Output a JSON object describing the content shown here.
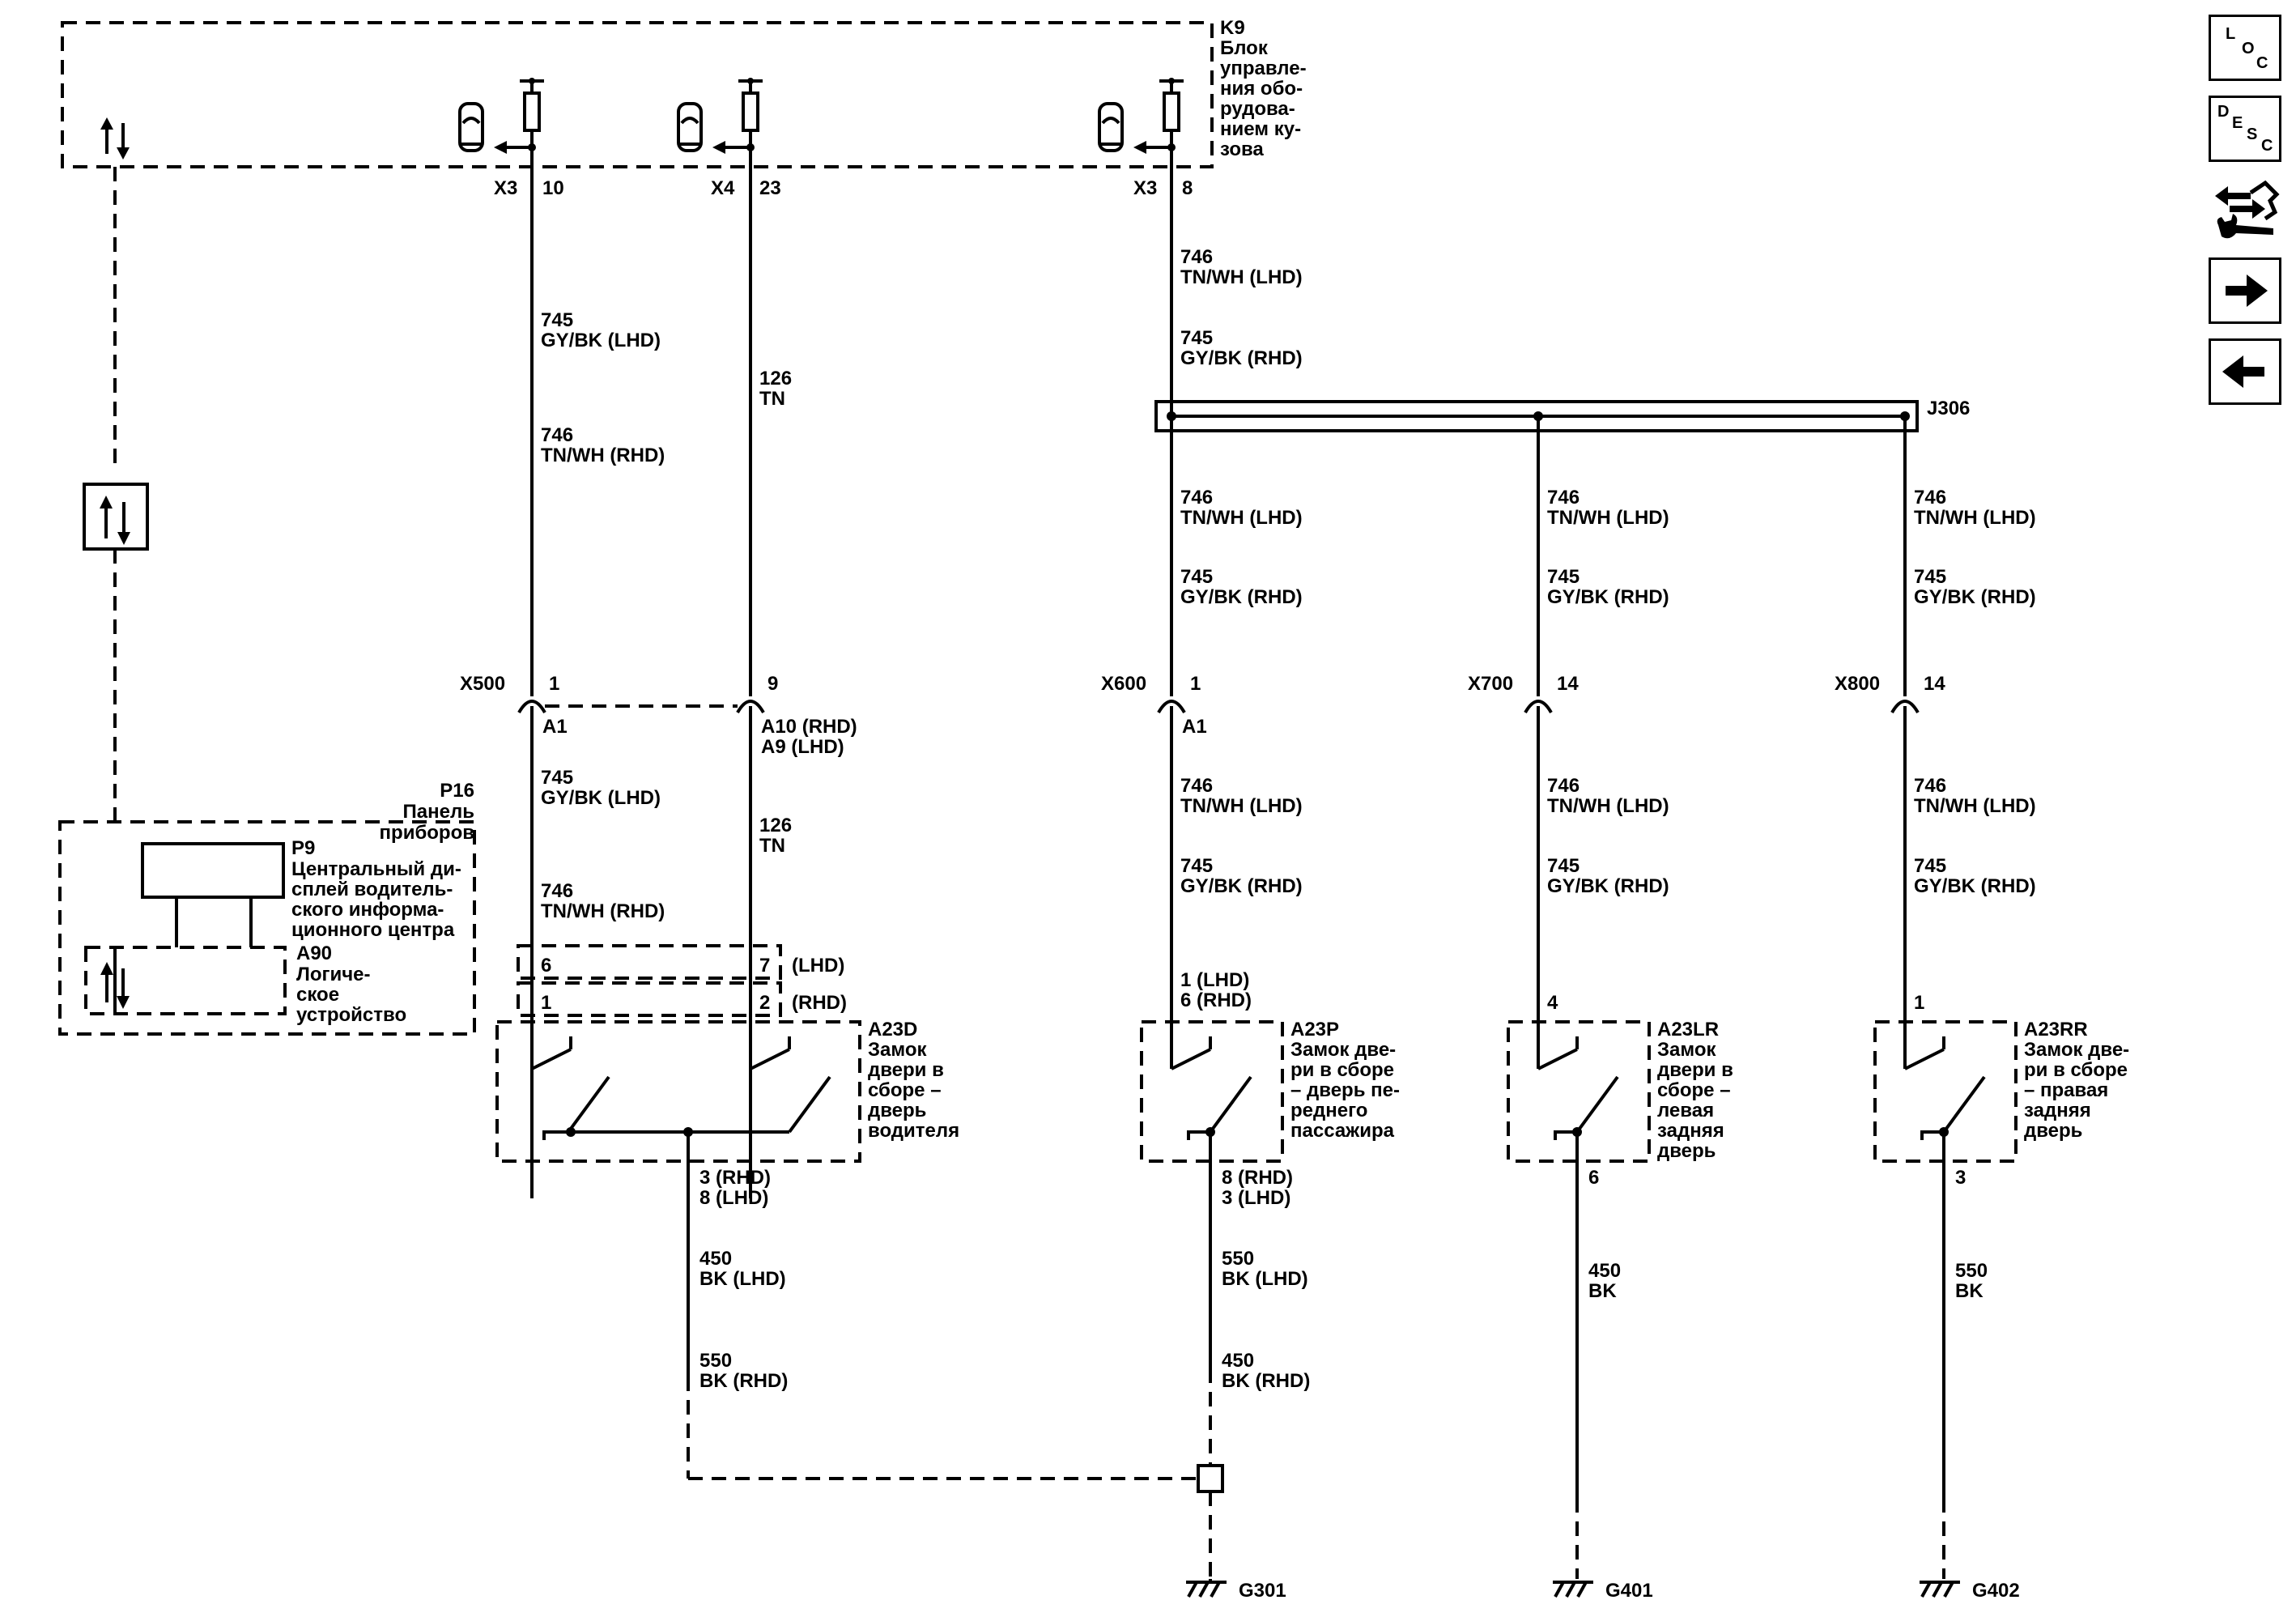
{
  "modules": {
    "k9": {
      "id": "K9",
      "name": [
        "Блок",
        "управле-",
        "ния обо-",
        "рудова-",
        "нием ку-",
        "зова"
      ]
    },
    "p16": {
      "id": "P16",
      "name": [
        "Панель",
        "приборов"
      ]
    },
    "p9": {
      "id": "P9",
      "name": [
        "Центральный ди-",
        "сплей водитель-",
        "ского информа-",
        "ционного центра"
      ]
    },
    "a90": {
      "id": "A90",
      "name": [
        "Логиче-",
        "ское",
        "устройство"
      ]
    },
    "a23d": {
      "id": "A23D",
      "name": [
        "Замок",
        "двери в",
        "сборе –",
        "дверь",
        "водителя"
      ]
    },
    "a23p": {
      "id": "A23P",
      "name": [
        "Замок две-",
        "ри в сборе",
        "– дверь пе-",
        "реднего",
        "пассажира"
      ]
    },
    "a23lr": {
      "id": "A23LR",
      "name": [
        "Замок",
        "двери в",
        "сборе –",
        "левая",
        "задняя",
        "дверь"
      ]
    },
    "a23rr": {
      "id": "A23RR",
      "name": [
        "Замок две-",
        "ри в сборе",
        "– правая",
        "задняя",
        "дверь"
      ]
    },
    "j306": "J306"
  },
  "connectors": {
    "x3a": "X3",
    "x3a_pin": "10",
    "x4": "X4",
    "x4_pin": "23",
    "x3b": "X3",
    "x3b_pin": "8",
    "x500": "X500",
    "x500_p1": "1",
    "x500_p2": "9",
    "x500_a1": "A1",
    "x500_a10": "A10 (RHD)",
    "x500_a9": "A9 (LHD)",
    "x600": "X600",
    "x600_p": "1",
    "x600_a1": "A1",
    "x700": "X700",
    "x700_p": "14",
    "x800": "X800",
    "x800_p": "14"
  },
  "wires": {
    "c1_top": [
      "745",
      "GY/BK (LHD)",
      "746",
      "TN/WH (RHD)"
    ],
    "c2_top": [
      "126",
      "TN"
    ],
    "c3_top": [
      "746",
      "TN/WH (LHD)",
      "745",
      "GY/BK (RHD)"
    ],
    "c3_mid": [
      "746",
      "TN/WH (LHD)",
      "745",
      "GY/BK (RHD)"
    ],
    "c4_mid": [
      "746",
      "TN/WH (LHD)",
      "745",
      "GY/BK (RHD)"
    ],
    "c5_mid": [
      "746",
      "TN/WH (LHD)",
      "745",
      "GY/BK (RHD)"
    ],
    "c1_low": [
      "745",
      "GY/BK (LHD)",
      "746",
      "TN/WH (RHD)"
    ],
    "c2_low": [
      "126",
      "TN"
    ],
    "c3_low": [
      "746",
      "TN/WH (LHD)",
      "745",
      "GY/BK (RHD)"
    ],
    "c4_low": [
      "746",
      "TN/WH (LHD)",
      "745",
      "GY/BK (RHD)"
    ],
    "c5_low": [
      "746",
      "TN/WH (LHD)",
      "745",
      "GY/BK (RHD)"
    ],
    "d_pins_lhd": [
      "6",
      "7",
      "(LHD)"
    ],
    "d_pins_rhd": [
      "1",
      "2",
      "(RHD)"
    ],
    "p_pins": [
      "1 (LHD)",
      "6 (RHD)"
    ],
    "lr_pin": "4",
    "rr_pin": "1",
    "d_out_pins": [
      "3 (RHD)",
      "8 (LHD)"
    ],
    "d_ground": [
      "450",
      "BK (LHD)",
      "550",
      "BK (RHD)"
    ],
    "p_out_pins": [
      "8 (RHD)",
      "3 (LHD)"
    ],
    "p_ground": [
      "550",
      "BK (LHD)",
      "450",
      "BK (RHD)"
    ],
    "lr_out_pin": "6",
    "lr_ground": [
      "450",
      "BK"
    ],
    "rr_out_pin": "3",
    "rr_ground": [
      "550",
      "BK"
    ]
  },
  "grounds": {
    "g301": "G301",
    "g401": "G401",
    "g402": "G402"
  },
  "nav": {
    "loc": [
      "L",
      "O",
      "C"
    ],
    "desc": [
      "D",
      "E",
      "S",
      "C"
    ]
  }
}
